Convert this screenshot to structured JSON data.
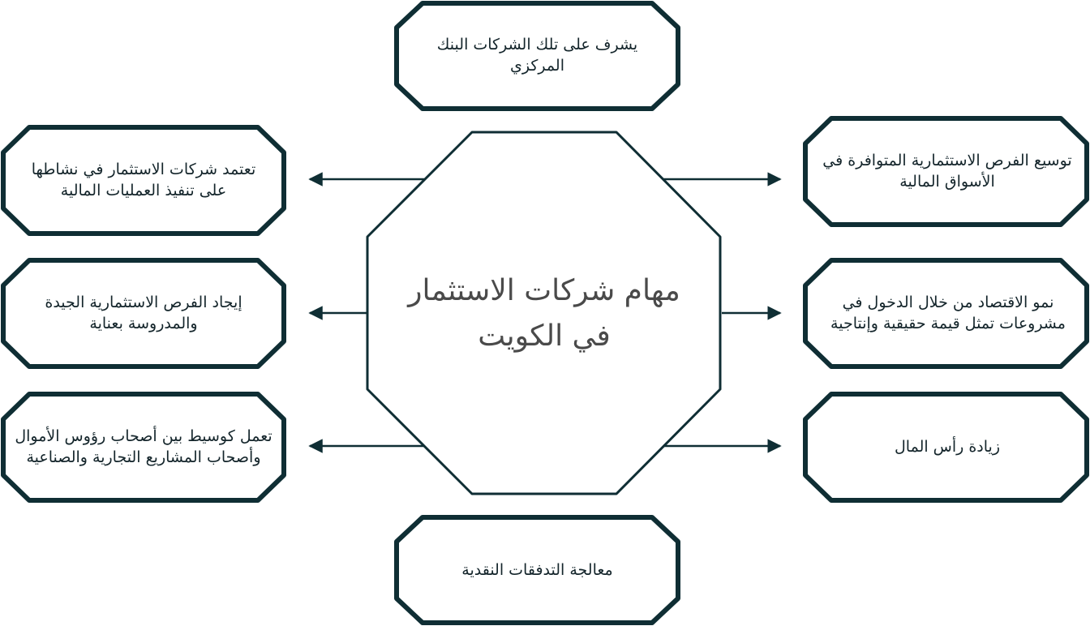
{
  "colors": {
    "frame": "#0f2e34",
    "text": "#14252b",
    "center_text": "#4a4a4a",
    "background": "#ffffff"
  },
  "center": {
    "title": "مهام شركات الاستثمار في الكويت"
  },
  "nodes": {
    "top": "يشرف على تلك الشركات البنك المركزي",
    "bottom": "معالجة التدفقات النقدية",
    "left_1": "تعتمد شركات الاستثمار في نشاطها على تنفيذ العمليات المالية",
    "left_2": "إيجاد الفرص الاستثمارية الجيدة والمدروسة بعناية",
    "left_3": "تعمل كوسيط بين أصحاب رؤوس الأموال وأصحاب المشاريع التجارية والصناعية",
    "right_1": "توسيع الفرص الاستثمارية المتوافرة في الأسواق المالية",
    "right_2": "نمو الاقتصاد من خلال الدخول في مشروعات تمثل قيمة حقيقية وإنتاجية",
    "right_3": "زيادة رأس المال"
  }
}
